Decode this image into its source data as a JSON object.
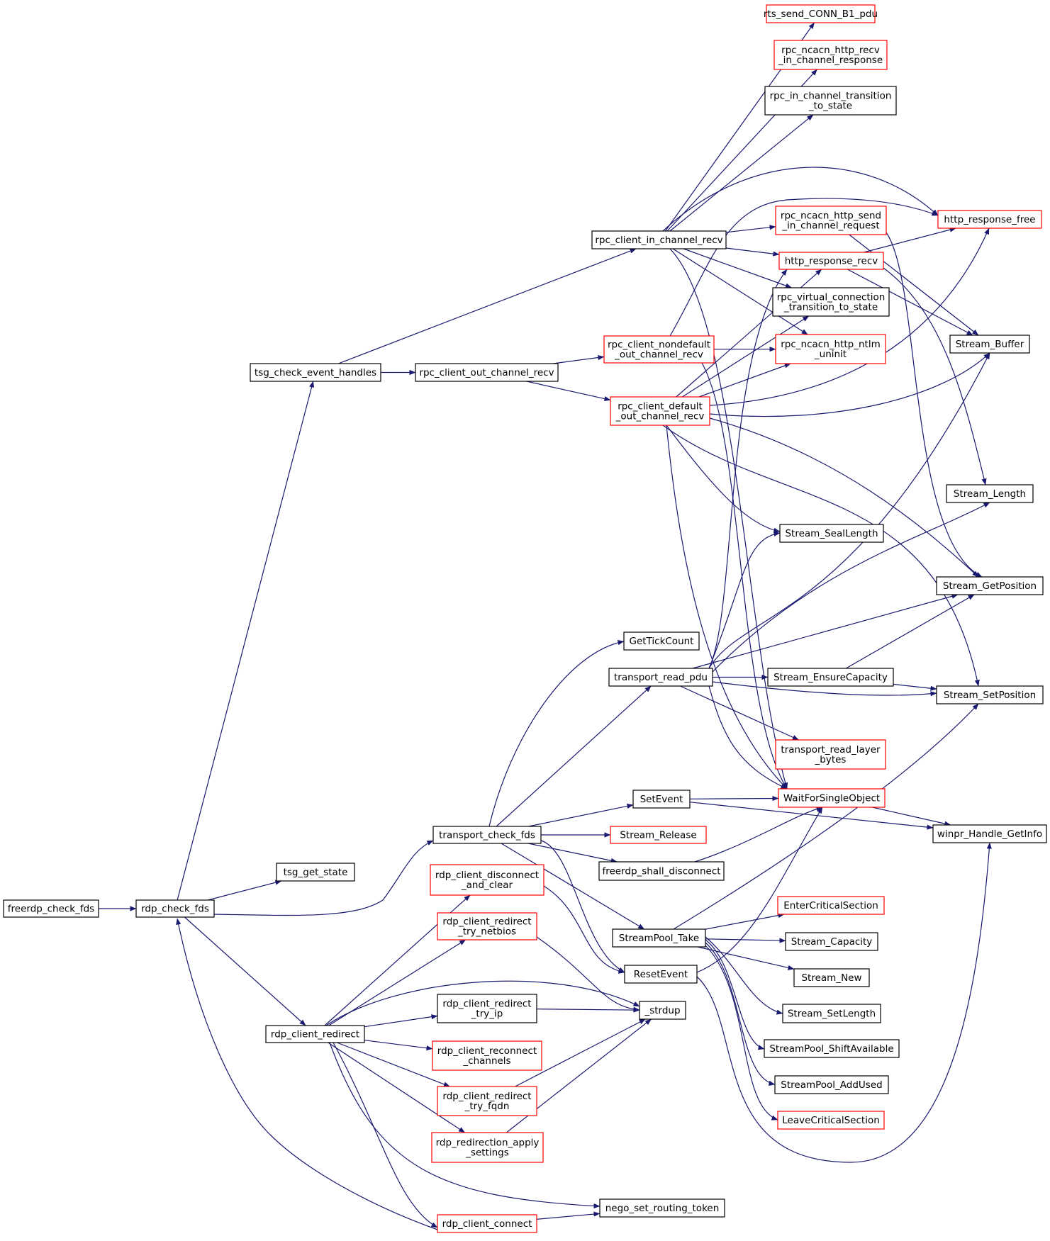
{
  "colors": {
    "edge": "#191970",
    "root_fill": "#bfbfbf",
    "normal_border": "#000000",
    "truncated_border": "#ff0000"
  },
  "nodes": [
    {
      "id": "n_freerdp_check_fds",
      "lines": [
        "freerdp_check_fds"
      ],
      "style": "root"
    },
    {
      "id": "n_rdp_check_fds",
      "lines": [
        "rdp_check_fds"
      ],
      "style": "normal"
    },
    {
      "id": "n_tsg_check_event_handles",
      "lines": [
        "tsg_check_event_handles"
      ],
      "style": "normal"
    },
    {
      "id": "n_tsg_get_state",
      "lines": [
        "tsg_get_state"
      ],
      "style": "normal"
    },
    {
      "id": "n_rdp_client_redirect",
      "lines": [
        "rdp_client_redirect"
      ],
      "style": "normal"
    },
    {
      "id": "n_rpc_client_in_channel_recv",
      "lines": [
        "rpc_client_in_channel_recv"
      ],
      "style": "normal"
    },
    {
      "id": "n_rpc_client_out_channel_recv",
      "lines": [
        "rpc_client_out_channel_recv"
      ],
      "style": "normal"
    },
    {
      "id": "n_rpc_client_nondefault_out_channel_recv",
      "lines": [
        "rpc_client_nondefault",
        "_out_channel_recv"
      ],
      "style": "truncated"
    },
    {
      "id": "n_rpc_client_default_out_channel_recv",
      "lines": [
        "rpc_client_default",
        "_out_channel_recv"
      ],
      "style": "truncated"
    },
    {
      "id": "n_transport_check_fds",
      "lines": [
        "transport_check_fds"
      ],
      "style": "normal"
    },
    {
      "id": "n_rdp_client_disconnect_and_clear",
      "lines": [
        "rdp_client_disconnect",
        "_and_clear"
      ],
      "style": "truncated"
    },
    {
      "id": "n_rdp_client_redirect_try_netbios",
      "lines": [
        "rdp_client_redirect",
        "_try_netbios"
      ],
      "style": "truncated"
    },
    {
      "id": "n_rdp_client_redirect_try_ip",
      "lines": [
        "rdp_client_redirect",
        "_try_ip"
      ],
      "style": "normal"
    },
    {
      "id": "n_rdp_client_reconnect_channels",
      "lines": [
        "rdp_client_reconnect",
        "_channels"
      ],
      "style": "truncated"
    },
    {
      "id": "n_rdp_client_redirect_try_fqdn",
      "lines": [
        "rdp_client_redirect",
        "_try_fqdn"
      ],
      "style": "truncated"
    },
    {
      "id": "n_rdp_redirection_apply_settings",
      "lines": [
        "rdp_redirection_apply",
        "_settings"
      ],
      "style": "truncated"
    },
    {
      "id": "n_rdp_client_connect",
      "lines": [
        "rdp_client_connect"
      ],
      "style": "truncated"
    },
    {
      "id": "n_GetTickCount",
      "lines": [
        "GetTickCount"
      ],
      "style": "normal"
    },
    {
      "id": "n_transport_read_pdu",
      "lines": [
        "transport_read_pdu"
      ],
      "style": "normal"
    },
    {
      "id": "n_SetEvent",
      "lines": [
        "SetEvent"
      ],
      "style": "normal"
    },
    {
      "id": "n_Stream_Release",
      "lines": [
        "Stream_Release"
      ],
      "style": "truncated"
    },
    {
      "id": "n_freerdp_shall_disconnect",
      "lines": [
        "freerdp_shall_disconnect"
      ],
      "style": "normal"
    },
    {
      "id": "n_StreamPool_Take",
      "lines": [
        "StreamPool_Take"
      ],
      "style": "normal"
    },
    {
      "id": "n_ResetEvent",
      "lines": [
        "ResetEvent"
      ],
      "style": "normal"
    },
    {
      "id": "n__strdup",
      "lines": [
        "_strdup"
      ],
      "style": "normal"
    },
    {
      "id": "n_nego_set_routing_token",
      "lines": [
        "nego_set_routing_token"
      ],
      "style": "normal"
    },
    {
      "id": "n_rts_send_CONN_B1_pdu",
      "lines": [
        "rts_send_CONN_B1_pdu"
      ],
      "style": "truncated"
    },
    {
      "id": "n_rpc_ncacn_http_recv_in_channel_response",
      "lines": [
        "rpc_ncacn_http_recv",
        "_in_channel_response"
      ],
      "style": "truncated"
    },
    {
      "id": "n_rpc_in_channel_transition_to_state",
      "lines": [
        "rpc_in_channel_transition",
        "_to_state"
      ],
      "style": "normal"
    },
    {
      "id": "n_rpc_ncacn_http_send_in_channel_request",
      "lines": [
        "rpc_ncacn_http_send",
        "_in_channel_request"
      ],
      "style": "truncated"
    },
    {
      "id": "n_http_response_recv",
      "lines": [
        "http_response_recv"
      ],
      "style": "truncated"
    },
    {
      "id": "n_rpc_virtual_connection_transition_to_state",
      "lines": [
        "rpc_virtual_connection",
        "_transition_to_state"
      ],
      "style": "normal"
    },
    {
      "id": "n_rpc_ncacn_http_ntlm_uninit",
      "lines": [
        "rpc_ncacn_http_ntlm",
        "_uninit"
      ],
      "style": "truncated"
    },
    {
      "id": "n_Stream_SealLength",
      "lines": [
        "Stream_SealLength"
      ],
      "style": "normal"
    },
    {
      "id": "n_Stream_EnsureCapacity",
      "lines": [
        "Stream_EnsureCapacity"
      ],
      "style": "normal"
    },
    {
      "id": "n_transport_read_layer_bytes",
      "lines": [
        "transport_read_layer",
        "_bytes"
      ],
      "style": "truncated"
    },
    {
      "id": "n_WaitForSingleObject",
      "lines": [
        "WaitForSingleObject"
      ],
      "style": "truncated"
    },
    {
      "id": "n_EnterCriticalSection",
      "lines": [
        "EnterCriticalSection"
      ],
      "style": "truncated"
    },
    {
      "id": "n_Stream_Capacity",
      "lines": [
        "Stream_Capacity"
      ],
      "style": "normal"
    },
    {
      "id": "n_Stream_New",
      "lines": [
        "Stream_New"
      ],
      "style": "normal"
    },
    {
      "id": "n_Stream_SetLength",
      "lines": [
        "Stream_SetLength"
      ],
      "style": "normal"
    },
    {
      "id": "n_StreamPool_ShiftAvailable",
      "lines": [
        "StreamPool_ShiftAvailable"
      ],
      "style": "normal"
    },
    {
      "id": "n_StreamPool_AddUsed",
      "lines": [
        "StreamPool_AddUsed"
      ],
      "style": "normal"
    },
    {
      "id": "n_LeaveCriticalSection",
      "lines": [
        "LeaveCriticalSection"
      ],
      "style": "truncated"
    },
    {
      "id": "n_http_response_free",
      "lines": [
        "http_response_free"
      ],
      "style": "truncated"
    },
    {
      "id": "n_Stream_Buffer",
      "lines": [
        "Stream_Buffer"
      ],
      "style": "normal"
    },
    {
      "id": "n_Stream_Length",
      "lines": [
        "Stream_Length"
      ],
      "style": "normal"
    },
    {
      "id": "n_Stream_GetPosition",
      "lines": [
        "Stream_GetPosition"
      ],
      "style": "normal"
    },
    {
      "id": "n_Stream_SetPosition",
      "lines": [
        "Stream_SetPosition"
      ],
      "style": "normal"
    },
    {
      "id": "n_winpr_Handle_GetInfo",
      "lines": [
        "winpr_Handle_GetInfo"
      ],
      "style": "normal"
    }
  ],
  "edges": [
    [
      "n_freerdp_check_fds",
      "n_rdp_check_fds"
    ],
    [
      "n_rdp_check_fds",
      "n_tsg_check_event_handles"
    ],
    [
      "n_rdp_check_fds",
      "n_tsg_get_state"
    ],
    [
      "n_rdp_check_fds",
      "n_transport_check_fds"
    ],
    [
      "n_rdp_check_fds",
      "n_rdp_client_redirect"
    ],
    [
      "n_rdp_client_connect",
      "n_rdp_check_fds"
    ],
    [
      "n_tsg_check_event_handles",
      "n_rpc_client_in_channel_recv"
    ],
    [
      "n_tsg_check_event_handles",
      "n_rpc_client_out_channel_recv"
    ],
    [
      "n_rpc_client_out_channel_recv",
      "n_rpc_client_nondefault_out_channel_recv"
    ],
    [
      "n_rpc_client_out_channel_recv",
      "n_rpc_client_default_out_channel_recv"
    ],
    [
      "n_rpc_client_in_channel_recv",
      "n_rts_send_CONN_B1_pdu"
    ],
    [
      "n_rpc_client_in_channel_recv",
      "n_rpc_ncacn_http_recv_in_channel_response"
    ],
    [
      "n_rpc_client_in_channel_recv",
      "n_rpc_in_channel_transition_to_state"
    ],
    [
      "n_rpc_client_in_channel_recv",
      "n_http_response_free"
    ],
    [
      "n_rpc_client_in_channel_recv",
      "n_rpc_ncacn_http_send_in_channel_request"
    ],
    [
      "n_rpc_client_in_channel_recv",
      "n_http_response_recv"
    ],
    [
      "n_rpc_client_in_channel_recv",
      "n_rpc_virtual_connection_transition_to_state"
    ],
    [
      "n_rpc_client_in_channel_recv",
      "n_rpc_ncacn_http_ntlm_uninit"
    ],
    [
      "n_rpc_client_in_channel_recv",
      "n_WaitForSingleObject"
    ],
    [
      "n_rpc_client_nondefault_out_channel_recv",
      "n_http_response_free"
    ],
    [
      "n_rpc_client_nondefault_out_channel_recv",
      "n_rpc_ncacn_http_ntlm_uninit"
    ],
    [
      "n_rpc_client_nondefault_out_channel_recv",
      "n_WaitForSingleObject"
    ],
    [
      "n_rpc_client_default_out_channel_recv",
      "n_http_response_recv"
    ],
    [
      "n_rpc_client_default_out_channel_recv",
      "n_rpc_virtual_connection_transition_to_state"
    ],
    [
      "n_rpc_client_default_out_channel_recv",
      "n_rpc_ncacn_http_ntlm_uninit"
    ],
    [
      "n_rpc_client_default_out_channel_recv",
      "n_http_response_free"
    ],
    [
      "n_rpc_client_default_out_channel_recv",
      "n_Stream_Buffer"
    ],
    [
      "n_rpc_client_default_out_channel_recv",
      "n_Stream_SealLength"
    ],
    [
      "n_rpc_client_default_out_channel_recv",
      "n_Stream_GetPosition"
    ],
    [
      "n_rpc_client_default_out_channel_recv",
      "n_Stream_SetPosition"
    ],
    [
      "n_rpc_client_default_out_channel_recv",
      "n_WaitForSingleObject"
    ],
    [
      "n_rpc_ncacn_http_send_in_channel_request",
      "n_Stream_Buffer"
    ],
    [
      "n_rpc_ncacn_http_send_in_channel_request",
      "n_Stream_GetPosition"
    ],
    [
      "n_http_response_recv",
      "n_http_response_free"
    ],
    [
      "n_http_response_recv",
      "n_Stream_Buffer"
    ],
    [
      "n_http_response_recv",
      "n_Stream_Length"
    ],
    [
      "n_transport_check_fds",
      "n_GetTickCount"
    ],
    [
      "n_transport_check_fds",
      "n_transport_read_pdu"
    ],
    [
      "n_transport_check_fds",
      "n_SetEvent"
    ],
    [
      "n_transport_check_fds",
      "n_Stream_Release"
    ],
    [
      "n_transport_check_fds",
      "n_freerdp_shall_disconnect"
    ],
    [
      "n_transport_check_fds",
      "n_StreamPool_Take"
    ],
    [
      "n_transport_check_fds",
      "n_ResetEvent"
    ],
    [
      "n_transport_read_pdu",
      "n_http_response_recv"
    ],
    [
      "n_transport_read_pdu",
      "n_Stream_SealLength"
    ],
    [
      "n_transport_read_pdu",
      "n_Stream_Buffer"
    ],
    [
      "n_transport_read_pdu",
      "n_Stream_Length"
    ],
    [
      "n_transport_read_pdu",
      "n_Stream_GetPosition"
    ],
    [
      "n_transport_read_pdu",
      "n_Stream_EnsureCapacity"
    ],
    [
      "n_transport_read_pdu",
      "n_Stream_SetPosition"
    ],
    [
      "n_transport_read_pdu",
      "n_transport_read_layer_bytes"
    ],
    [
      "n_transport_read_pdu",
      "n_WaitForSingleObject"
    ],
    [
      "n_Stream_EnsureCapacity",
      "n_Stream_GetPosition"
    ],
    [
      "n_Stream_EnsureCapacity",
      "n_Stream_SetPosition"
    ],
    [
      "n_SetEvent",
      "n_WaitForSingleObject"
    ],
    [
      "n_SetEvent",
      "n_winpr_Handle_GetInfo"
    ],
    [
      "n_WaitForSingleObject",
      "n_winpr_Handle_GetInfo"
    ],
    [
      "n_freerdp_shall_disconnect",
      "n_WaitForSingleObject"
    ],
    [
      "n_StreamPool_Take",
      "n_Stream_SetPosition"
    ],
    [
      "n_StreamPool_Take",
      "n_EnterCriticalSection"
    ],
    [
      "n_StreamPool_Take",
      "n_Stream_Capacity"
    ],
    [
      "n_StreamPool_Take",
      "n_Stream_New"
    ],
    [
      "n_StreamPool_Take",
      "n_Stream_SetLength"
    ],
    [
      "n_StreamPool_Take",
      "n_StreamPool_ShiftAvailable"
    ],
    [
      "n_StreamPool_Take",
      "n_StreamPool_AddUsed"
    ],
    [
      "n_StreamPool_Take",
      "n_LeaveCriticalSection"
    ],
    [
      "n_ResetEvent",
      "n_WaitForSingleObject"
    ],
    [
      "n_ResetEvent",
      "n_winpr_Handle_GetInfo"
    ],
    [
      "n_rdp_client_redirect",
      "n_rdp_client_disconnect_and_clear"
    ],
    [
      "n_rdp_client_redirect",
      "n_rdp_client_redirect_try_netbios"
    ],
    [
      "n_rdp_client_redirect",
      "n__strdup"
    ],
    [
      "n_rdp_client_redirect",
      "n_rdp_client_redirect_try_ip"
    ],
    [
      "n_rdp_client_redirect",
      "n_rdp_client_reconnect_channels"
    ],
    [
      "n_rdp_client_redirect",
      "n_rdp_client_redirect_try_fqdn"
    ],
    [
      "n_rdp_client_redirect",
      "n_rdp_redirection_apply_settings"
    ],
    [
      "n_rdp_client_redirect",
      "n_nego_set_routing_token"
    ],
    [
      "n_rdp_client_redirect",
      "n_rdp_client_connect"
    ],
    [
      "n_rdp_client_disconnect_and_clear",
      "n_ResetEvent"
    ],
    [
      "n_rdp_client_redirect_try_netbios",
      "n__strdup"
    ],
    [
      "n_rdp_client_redirect_try_ip",
      "n__strdup"
    ],
    [
      "n_rdp_client_redirect_try_fqdn",
      "n__strdup"
    ],
    [
      "n_rdp_redirection_apply_settings",
      "n__strdup"
    ],
    [
      "n_rdp_client_connect",
      "n_nego_set_routing_token"
    ]
  ]
}
